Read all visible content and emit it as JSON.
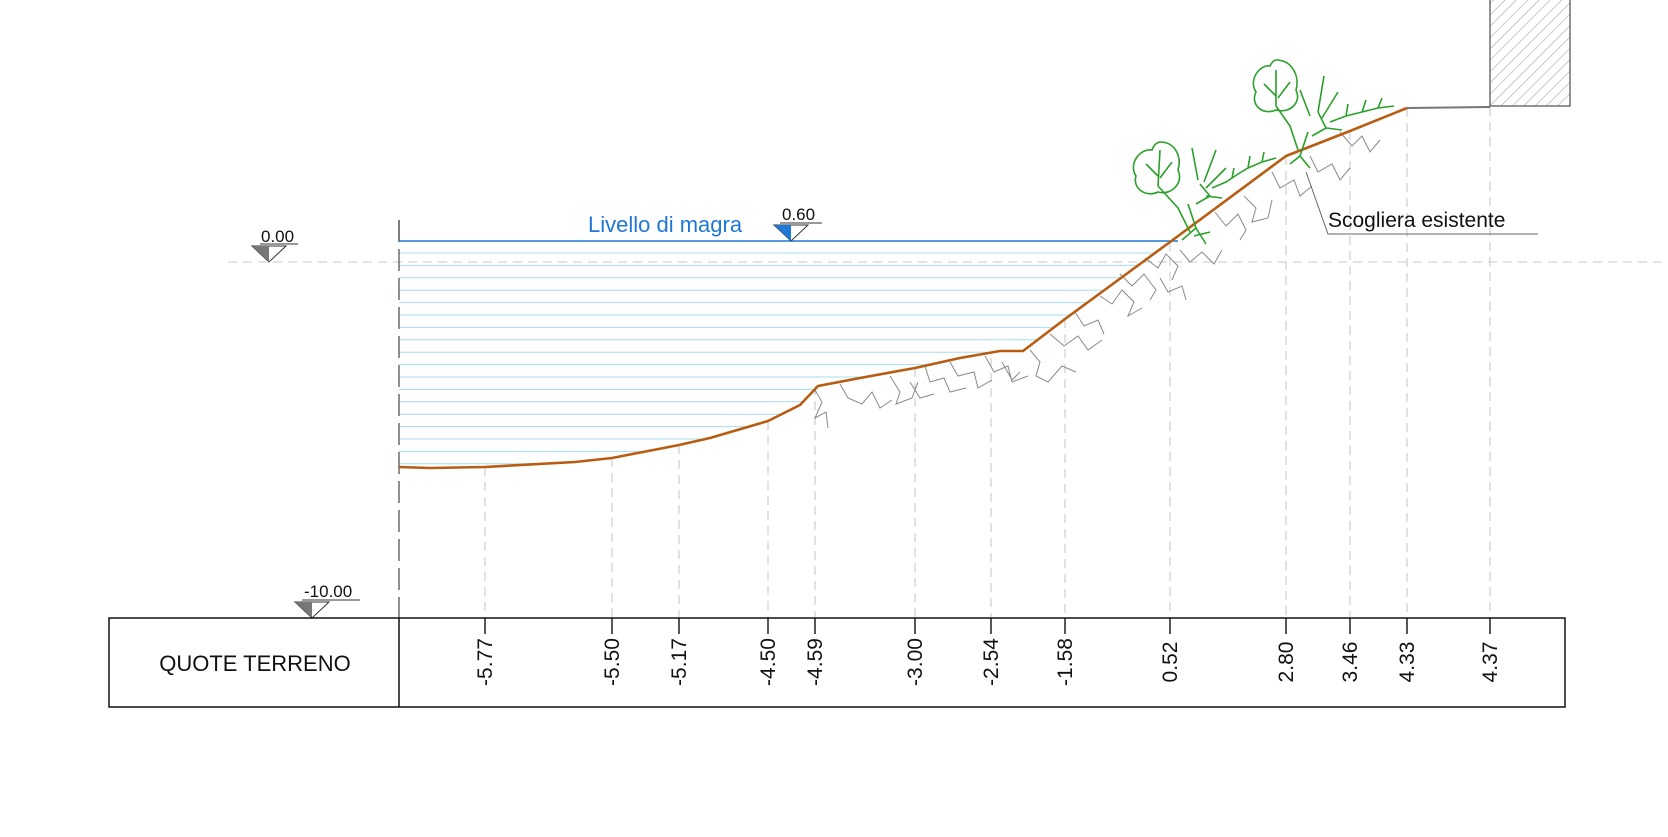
{
  "levels": {
    "zero": "0.00",
    "bottom": "-10.00",
    "water_value": "0.60",
    "water_label": "Livello di magra"
  },
  "annotation": "Scogliera esistente",
  "table": {
    "label": "QUOTE TERRENO",
    "values": [
      "-5.77",
      "-5.50",
      "-5.17",
      "-4.50",
      "-4.59",
      "-3.00",
      "-2.54",
      "-1.58",
      "0.52",
      "2.80",
      "3.46",
      "4.33",
      "4.37"
    ]
  },
  "colors": {
    "terrain": "#b85c12",
    "water_line": "#1f78d6",
    "water_hatch": "#a8dcec",
    "vegetation": "#2aa02a",
    "rocks": "#8a8a8a",
    "guides": "#cfcfcf"
  }
}
